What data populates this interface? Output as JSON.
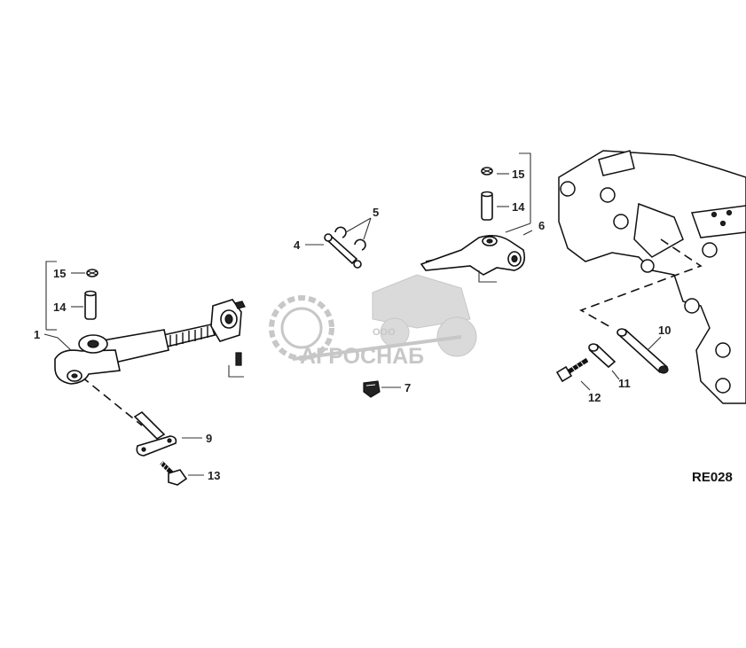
{
  "drawing": {
    "reference": "RE028"
  },
  "callouts": [
    {
      "id": "c1",
      "text": "1"
    },
    {
      "id": "c4",
      "text": "4"
    },
    {
      "id": "c5",
      "text": "5"
    },
    {
      "id": "c6",
      "text": "6"
    },
    {
      "id": "c7",
      "text": "7"
    },
    {
      "id": "c9",
      "text": "9"
    },
    {
      "id": "c10",
      "text": "10"
    },
    {
      "id": "c11",
      "text": "11"
    },
    {
      "id": "c12",
      "text": "12"
    },
    {
      "id": "c13",
      "text": "13"
    },
    {
      "id": "c14a",
      "text": "14"
    },
    {
      "id": "c15a",
      "text": "15"
    },
    {
      "id": "c14b",
      "text": "14"
    },
    {
      "id": "c15b",
      "text": "15"
    }
  ],
  "watermark": {
    "prefix": "ООО",
    "name": "АГРОСНАБ"
  },
  "colors": {
    "line": "#111111",
    "watermark": "#9a9a9a",
    "background": "#ffffff"
  }
}
